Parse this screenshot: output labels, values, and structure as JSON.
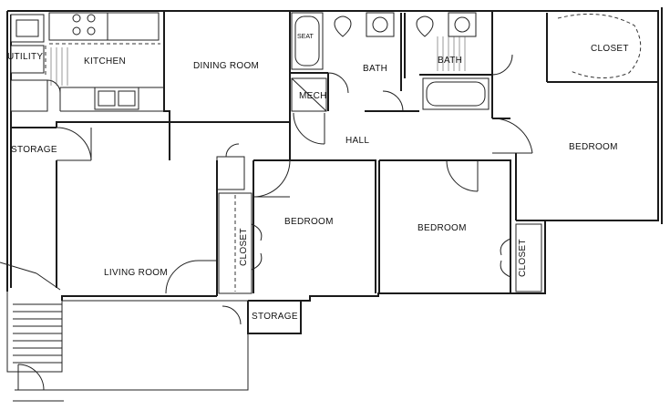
{
  "rooms": {
    "utility": "UTILITY",
    "kitchen": "KITCHEN",
    "dining_room": "DINING ROOM",
    "bath_1": "BATH",
    "bath_2": "BATH",
    "closet_master": "CLOSET",
    "mech": "MECH",
    "seat": "SEAT",
    "storage_left": "STORAGE",
    "hall": "HALL",
    "bedroom_master": "BEDROOM",
    "bedroom_middle": "BEDROOM",
    "bedroom_right": "BEDROOM",
    "closet_middle": "CLOSET",
    "closet_right": "CLOSET",
    "living_room": "LIVING ROOM",
    "storage_bottom": "STORAGE"
  }
}
